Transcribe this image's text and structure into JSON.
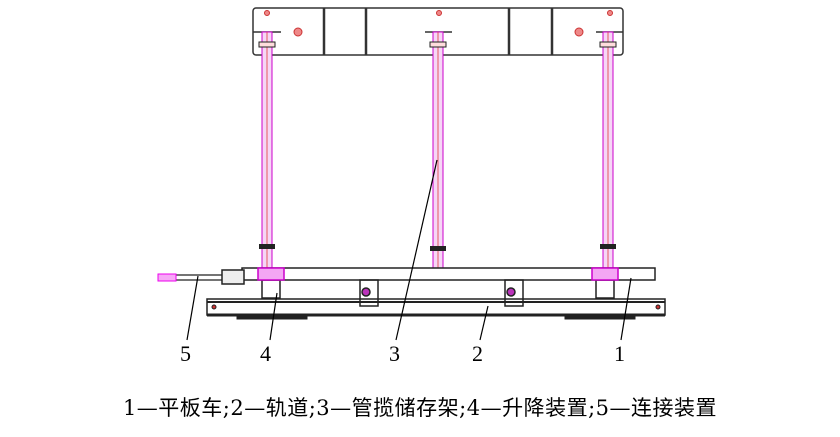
{
  "labels": {
    "l1": "1",
    "l2": "2",
    "l3": "3",
    "l4": "4",
    "l5": "5"
  },
  "caption": "1—平板车;2—轨道;3—管揽储存架;4—升降装置;5—连接装置",
  "colors": {
    "outline": "#222222",
    "hidden_lines": "#ff33ff",
    "center_lines": "#e0303a"
  }
}
